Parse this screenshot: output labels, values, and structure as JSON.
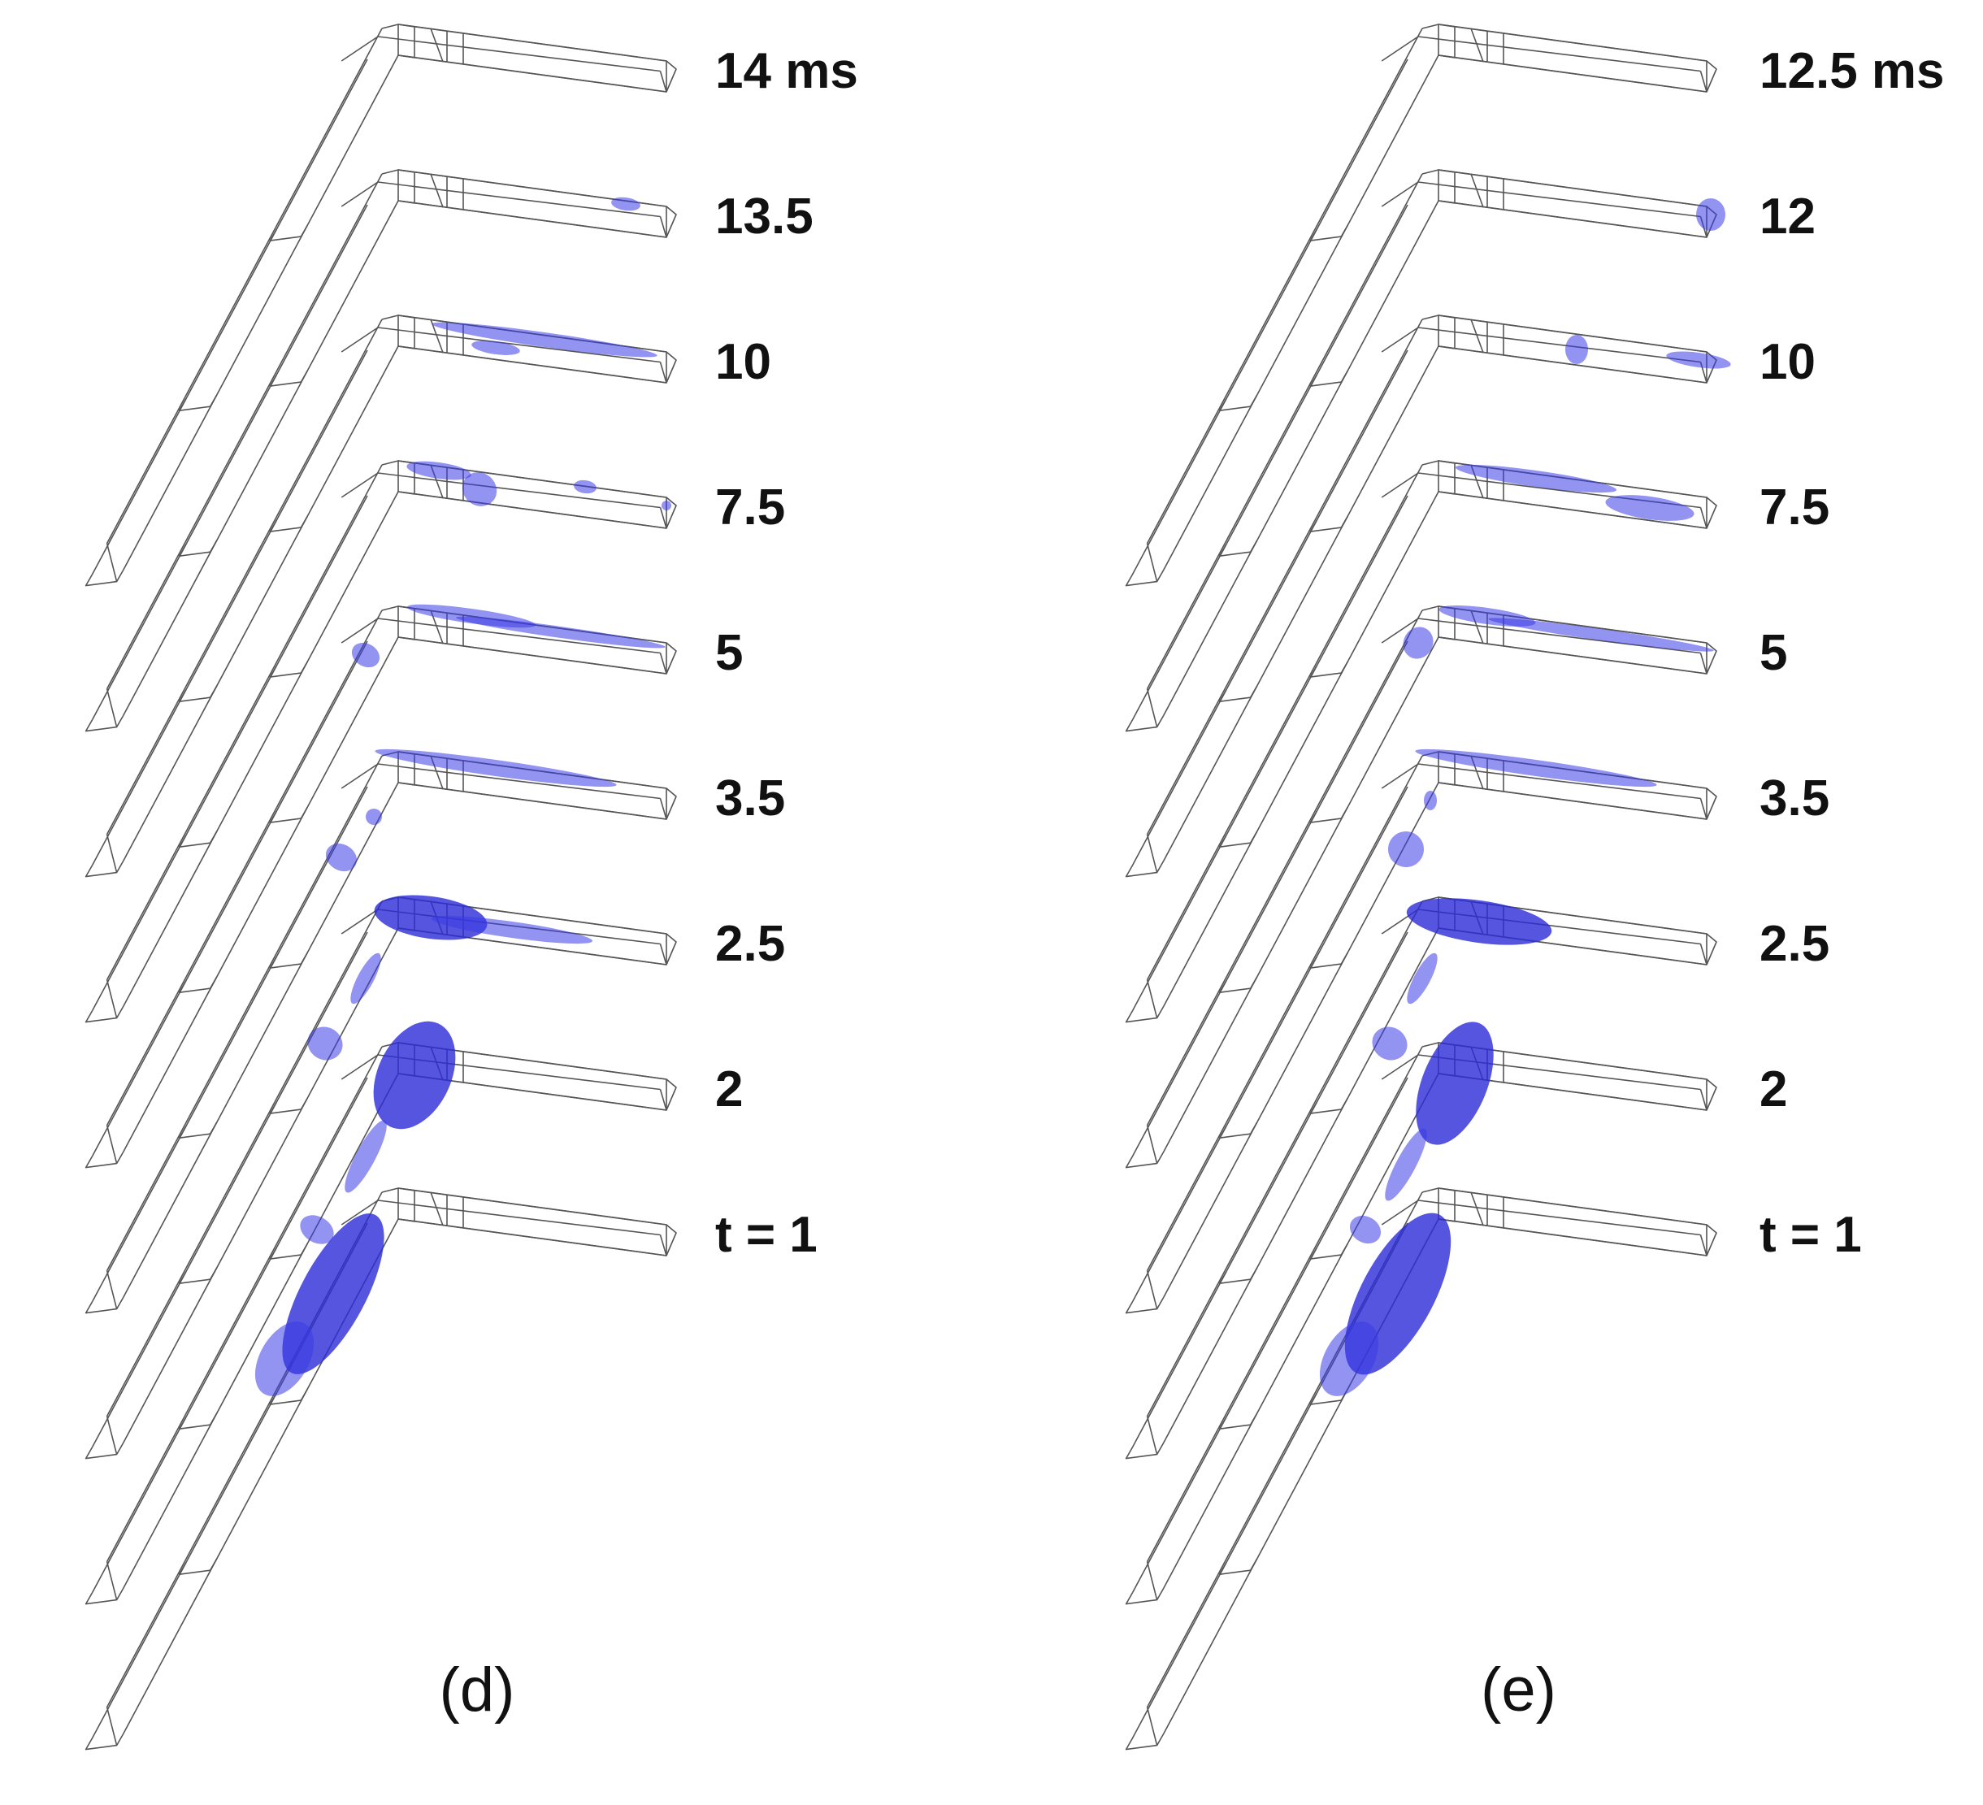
{
  "panels": [
    {
      "id": "d",
      "label": "(d)",
      "times": [
        "14 ms",
        "13.5",
        "10",
        "7.5",
        "5",
        "3.5",
        "2.5",
        "2",
        "t = 1"
      ]
    },
    {
      "id": "e",
      "label": "(e)",
      "times": [
        "12.5 ms",
        "12",
        "10",
        "7.5",
        "5",
        "3.5",
        "2.5",
        "2",
        "t = 1"
      ]
    }
  ],
  "colors": {
    "fluid": "#3a3ae6",
    "wire": "#555555"
  }
}
